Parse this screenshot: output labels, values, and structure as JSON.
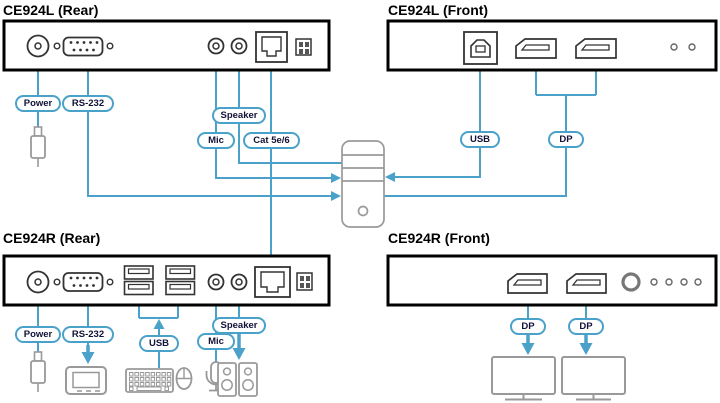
{
  "colors": {
    "line_blue": "#4AA1C9",
    "pill_border": "#4AA1C9",
    "pill_text": "#121238",
    "device_border": "#000000",
    "port_outline": "#333333",
    "peripheral_gray": "#999999"
  },
  "devices": {
    "l_rear": {
      "title": "CE924L (Rear)",
      "pills": {
        "power": "Power",
        "rs232": "RS-232",
        "speaker": "Speaker",
        "mic": "Mic",
        "cat": "Cat 5e/6"
      }
    },
    "l_front": {
      "title": "CE924L (Front)",
      "pills": {
        "usb": "USB",
        "dp": "DP"
      }
    },
    "r_rear": {
      "title": "CE924R (Rear)",
      "pills": {
        "power": "Power",
        "rs232": "RS-232",
        "usb": "USB",
        "mic": "Mic",
        "speaker": "Speaker"
      }
    },
    "r_front": {
      "title": "CE924R (Front)",
      "pills": {
        "dp1": "DP",
        "dp2": "DP"
      }
    }
  },
  "icons": [
    "power-jack-icon",
    "db9-serial-port-icon",
    "audio-jack-icon",
    "rj45-port-icon",
    "dip-switch-icon",
    "usb-b-port-icon",
    "displayport-icon",
    "usb-a-port-icon",
    "led-icon",
    "push-button-icon",
    "computer-tower-icon",
    "power-plug-icon",
    "serial-device-icon",
    "keyboard-icon",
    "mouse-icon",
    "microphone-icon",
    "speakers-icon",
    "monitor-icon"
  ]
}
